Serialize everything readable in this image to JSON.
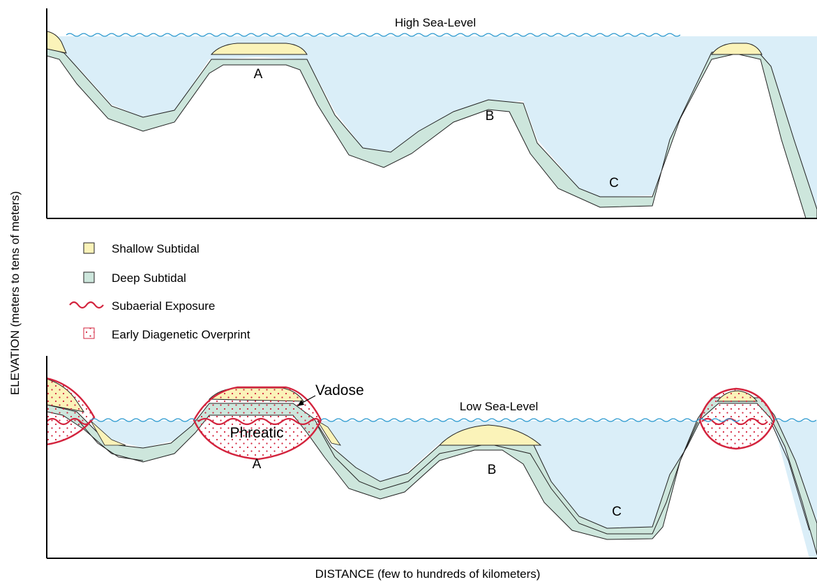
{
  "y_axis_label": "ELEVATION (meters to tens of meters)",
  "x_axis_label": "DISTANCE  (few to hundreds of kilometers)",
  "top_panel": {
    "sea_level_label": "High Sea-Level",
    "site_labels": {
      "a": "A",
      "b": "B",
      "c": "C"
    }
  },
  "bottom_panel": {
    "sea_level_label": "Low Sea-Level",
    "site_labels": {
      "a": "A",
      "b": "B",
      "c": "C"
    },
    "vadose_label": "Vadose",
    "phreatic_label": "Phreatic"
  },
  "legend": [
    {
      "label": "Shallow Subtidal",
      "symbol": "yellow-swatch"
    },
    {
      "label": "Deep Subtidal",
      "symbol": "green-swatch"
    },
    {
      "label": "Subaerial Exposure",
      "symbol": "red-wave"
    },
    {
      "label": "Early Diagenetic Overprint",
      "symbol": "dotted-red-swatch"
    }
  ],
  "colors": {
    "water": "#daeef8",
    "wave": "#2f9bd0",
    "shallow_subtidal": "#fbf3b9",
    "deep_subtidal": "#cde6dc",
    "exposure": "#d3233d",
    "diagenetic_dots": "#d3233d"
  }
}
